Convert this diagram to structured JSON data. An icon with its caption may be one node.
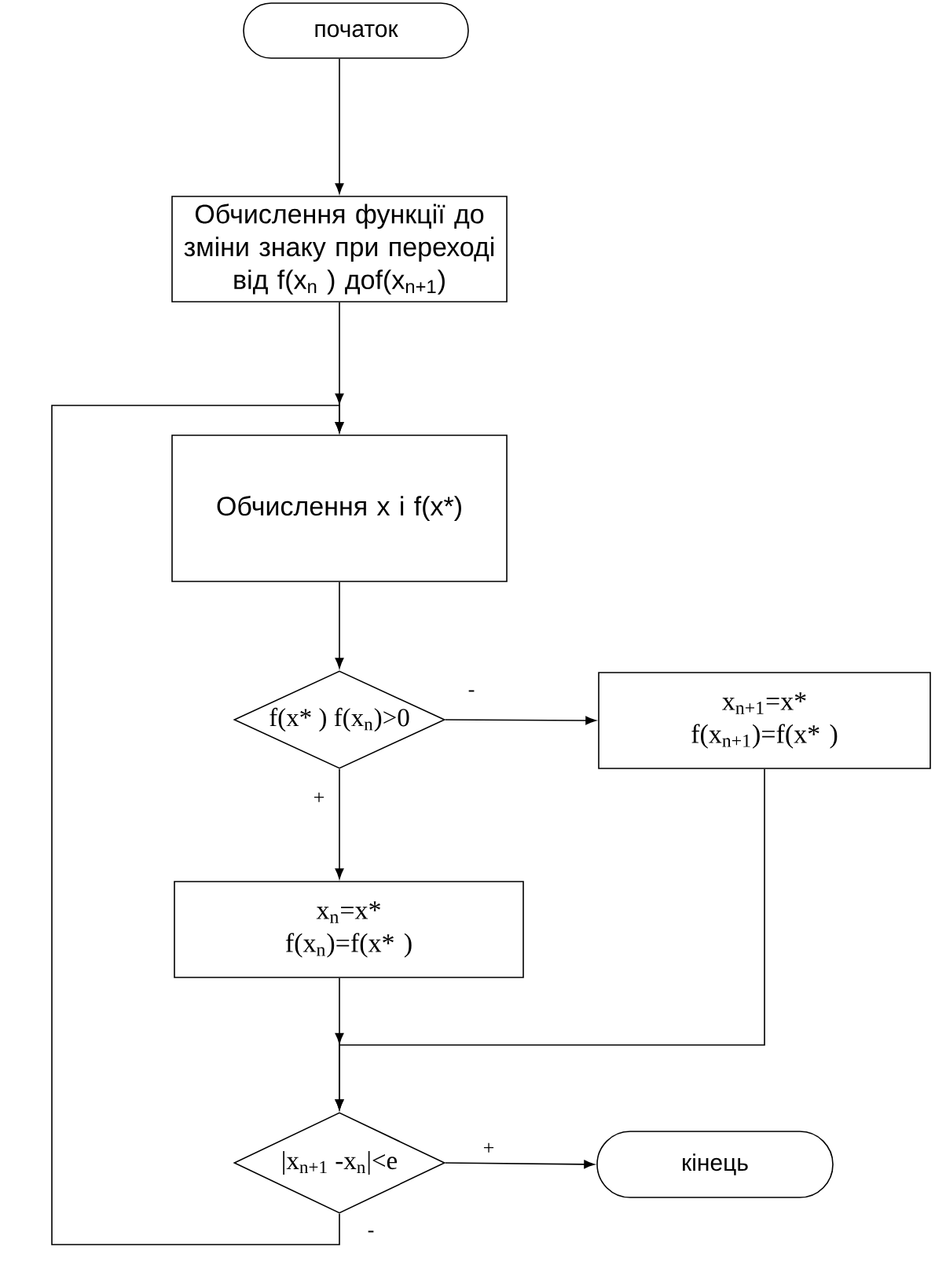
{
  "diagram": {
    "nodes": [
      {
        "text": [
          "початок"
        ]
      },
      {
        "text": [
          "Обчислення функції до зміни знаку при переході від f(x$_{n}$ ) доf(x$_{n+1}$)"
        ]
      },
      {
        "text": [
          "Обчислення x і f(x*)"
        ]
      },
      {
        "text": [
          "f(x* ) f(x$_{n}$)>0"
        ]
      },
      {
        "text": [
          "x$_{n+1}$=x*",
          "f(x$_{n+1}$)=f(x* )"
        ]
      },
      {
        "text": [
          "x$_{n}$=x*",
          "f(x$_{n}$)=f(x* )"
        ]
      },
      {
        "text": [
          "|x$_{n+1}$ -x$_{n}$|<e"
        ]
      },
      {
        "text": [
          "кінець"
        ]
      }
    ],
    "edges": [
      {
        "from": 0,
        "to": 1,
        "arrow": "to"
      },
      {
        "from": 1,
        "to": 2,
        "arrow": "to"
      },
      {
        "from": 2,
        "to": 3,
        "arrow": "to"
      },
      {
        "from": 3,
        "to": 4,
        "arrow": "to",
        "label": "-"
      },
      {
        "from": 3,
        "to": 5,
        "arrow": "to",
        "label": "+"
      },
      {
        "from": 5,
        "to": 6,
        "arrow": "to"
      },
      {
        "from": 4,
        "to": 6,
        "arrow": "to"
      },
      {
        "from": 6,
        "to": 7,
        "arrow": "to",
        "label": "+"
      },
      {
        "from": 6,
        "to": 2,
        "arrow": "to",
        "label": "-"
      }
    ]
  }
}
